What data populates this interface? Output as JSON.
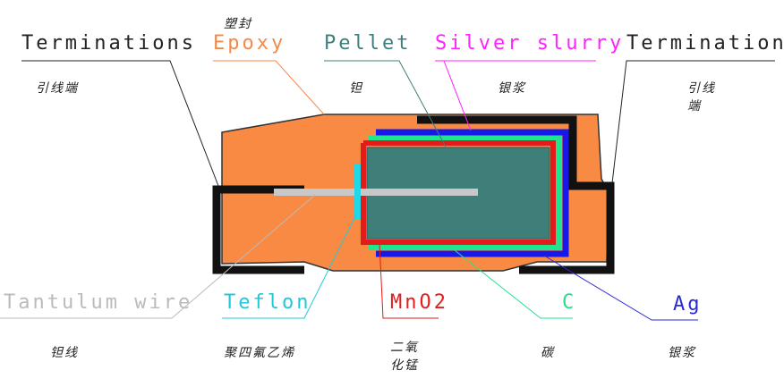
{
  "labels": {
    "terminations_left": {
      "en": "Terminations",
      "cn": "引线端",
      "color": "#222222"
    },
    "epoxy": {
      "en": "Epoxy",
      "cn": "塑封",
      "color": "#f4894a"
    },
    "pellet": {
      "en": "Pellet",
      "cn": "钽",
      "color": "#3f7f7a"
    },
    "silver_slurry": {
      "en": "Silver slurry",
      "cn": "银浆",
      "color": "#ff22ff"
    },
    "terminations_right": {
      "en": "Terminations",
      "cn_line1": "引线",
      "cn_line2": "端",
      "color": "#222222"
    },
    "tantalum_wire": {
      "en": "Tantulum wire",
      "cn": "钽线",
      "color": "#bbbbbb"
    },
    "teflon": {
      "en": "Teflon",
      "cn": "聚四氟乙烯",
      "color": "#22c8d8"
    },
    "mno2": {
      "en": "MnO2",
      "cn_line1": "二氧",
      "cn_line2": "化锰",
      "color": "#e02020"
    },
    "carbon": {
      "en": "C",
      "cn": "碳",
      "color": "#22e08a"
    },
    "silver": {
      "en": "Ag",
      "cn": "银浆",
      "color": "#2a2ad8"
    }
  },
  "colors": {
    "epoxy_fill": "#f98a44",
    "pellet_fill": "#3f7f7a",
    "mno2_layer": "#e21b1b",
    "carbon_layer": "#1fe58e",
    "silver_layer": "#1818e8",
    "terminal": "#111111",
    "wire": "#c8c8c8",
    "teflon": "#22d8e8"
  }
}
